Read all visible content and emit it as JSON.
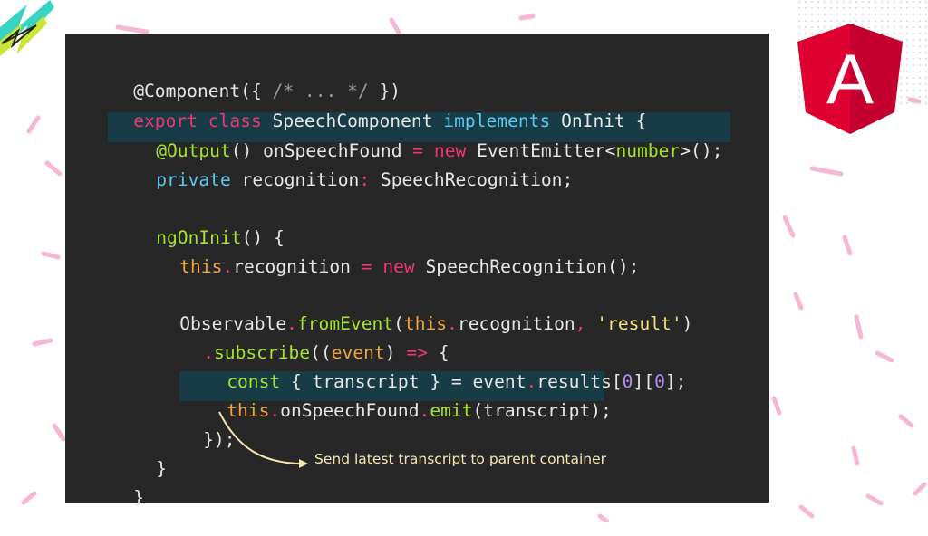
{
  "code": {
    "l1": {
      "at": "@Component",
      "rest": "({ ",
      "comment": "/* ... */",
      "end": " })"
    },
    "l2": {
      "export": "export",
      "class": "class",
      "name": "SpeechComponent",
      "implements": "implements",
      "iface": "OnInit",
      "brace": " {"
    },
    "l3": {
      "decor": "@Output",
      "call": "() ",
      "prop": "onSpeechFound",
      "eq": " = ",
      "new": "new",
      "type": " EventEmitter<",
      "generic": "number",
      "end": ">();"
    },
    "l4": {
      "private": "private",
      "name": " recognition",
      "colon": ":",
      "type": " SpeechRecognition;"
    },
    "l5": {
      "method": "ngOnInit",
      "rest": "() {"
    },
    "l6": {
      "this": "this",
      "dot": ".",
      "prop": "recognition",
      "eq": " = ",
      "new": "new",
      "rest": " SpeechRecognition();"
    },
    "l7": {
      "obs": "Observable",
      "dot": ".",
      "fn": "fromEvent",
      "open": "(",
      "this": "this",
      "dot2": ".",
      "prop": "recognition",
      "comma": ",",
      "space": " ",
      "str": "'result'",
      "close": ")"
    },
    "l8": {
      "dot": ".",
      "fn": "subscribe",
      "open": "((",
      "arg": "event",
      "close": ") ",
      "arrow": "=>",
      "brace": " {"
    },
    "l9": {
      "const": "const",
      "destr": " { transcript } = ",
      "ev": "event",
      "dot": ".",
      "prop": "results[",
      "n1": "0",
      "mid": "][",
      "n2": "0",
      "end": "];"
    },
    "l10": {
      "this": "this",
      "dot": ".",
      "prop": "onSpeechFound",
      "dot2": ".",
      "fn": "emit",
      "rest": "(transcript);"
    },
    "l11": {
      "text": "});"
    },
    "l12": {
      "text": "}"
    },
    "l13": {
      "text": "}"
    }
  },
  "annotation": "Send latest transcript to parent container",
  "logo": {
    "letter": "A",
    "name": "angular-logo"
  },
  "colors": {
    "keyword": "#f0366e",
    "function": "#a6e22e",
    "this": "#f0a43a",
    "string": "#f2e07a",
    "number": "#b58cf5",
    "highlight": "#173c46",
    "annotation": "#f2e7b0",
    "angular_red": "#dd0031"
  }
}
